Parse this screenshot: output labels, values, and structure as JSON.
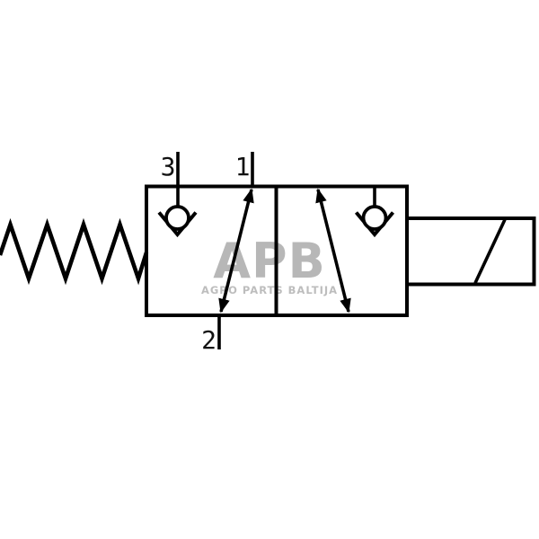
{
  "diagram": {
    "type": "valve-schematic",
    "description": "3/2-way valve symbol with spring return (left), two switching positions with check-valve and flow-path arrows, and solenoid actuator (right)",
    "line_color": "#000000",
    "background_color": "#ffffff",
    "ports": [
      {
        "label": "3"
      },
      {
        "label": "1"
      },
      {
        "label": "2"
      }
    ],
    "watermark": {
      "logo": "APB",
      "subtitle": "AGRO PARTS BALTIJA",
      "logo_color": "#b7b7b7",
      "subtitle_color": "#bdbdbd"
    }
  }
}
